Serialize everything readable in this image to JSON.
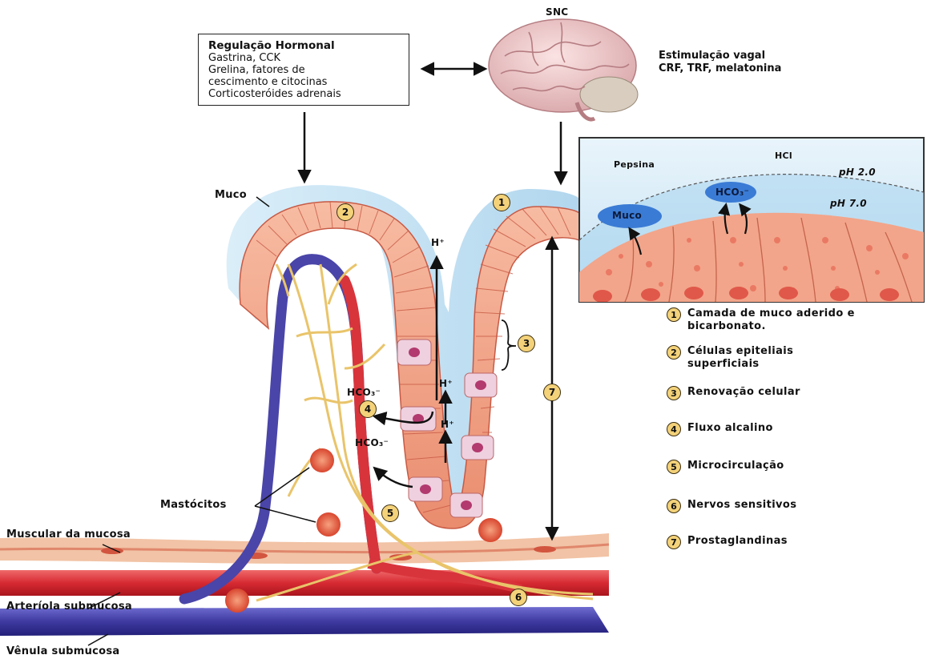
{
  "hormone_box": {
    "title": "Regulação Hormonal",
    "lines": [
      "Gastrina, CCK",
      "Grelina, fatores de",
      "cescimento e citocinas",
      "Corticosteróides adrenais"
    ]
  },
  "snc_label": "SNC",
  "vagal": {
    "line1": "Estimulação vagal",
    "line2": "CRF, TRF, melatonina"
  },
  "inset": {
    "pepsina": "Pepsina",
    "hcl": "HCl",
    "ph_low": "pH 2.0",
    "ph_high": "pH 7.0",
    "muco": "Muco",
    "hco3": "HCO₃⁻"
  },
  "labels": {
    "muco": "Muco",
    "h_plus": "H⁺",
    "hco3": "HCO₃⁻",
    "mastocitos": "Mastócitos",
    "muscular": "Muscular da mucosa",
    "arteriola": "Arteríola submucosa",
    "venula": "Vênula submucosa"
  },
  "legend": [
    {
      "num": "1",
      "text": "Camada de muco aderido e",
      "text2": "bicarbonato."
    },
    {
      "num": "2",
      "text": "Células epiteliais",
      "text2": "superficiais"
    },
    {
      "num": "3",
      "text": "Renovação celular",
      "text2": ""
    },
    {
      "num": "4",
      "text": "Fluxo alcalino",
      "text2": ""
    },
    {
      "num": "5",
      "text": "Microcirculação",
      "text2": ""
    },
    {
      "num": "6",
      "text": "Nervos sensitivos",
      "text2": ""
    },
    {
      "num": "7",
      "text": "Prostaglandinas",
      "text2": ""
    }
  ],
  "colors": {
    "mucus": "#bfe0f2",
    "epithelium": "#f2a58a",
    "artery": "#d8343c",
    "vein": "#4a45a8",
    "nerve": "#e9c46a",
    "badge": "#f3d27a"
  }
}
